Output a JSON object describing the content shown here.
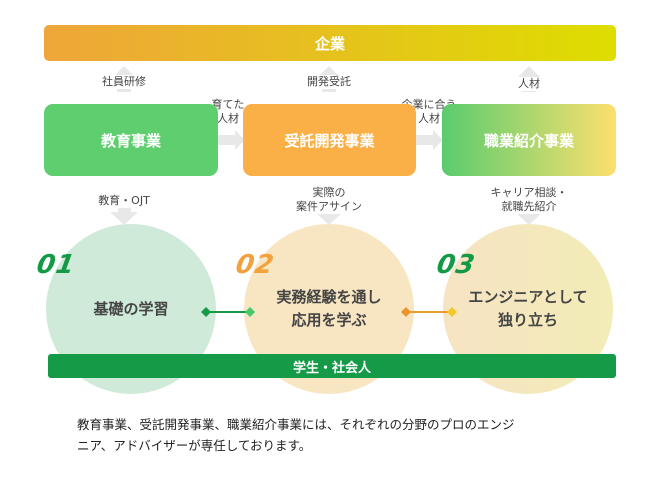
{
  "company": "企業",
  "student_bar": "学生・社会人",
  "up_labels": {
    "training": "社員研修",
    "dev": "開発受託",
    "people": "人材"
  },
  "mid_labels": {
    "raise_1": "育てた",
    "raise_2": "人材",
    "fit_1": "企業に合う",
    "fit_2": "人材"
  },
  "boxes": {
    "education": "教育事業",
    "contract_dev": "受託開発事業",
    "placement": "職業紹介事業"
  },
  "down_labels": {
    "edu": "教育・OJT",
    "actual_1": "実際の",
    "actual_2": "案件アサイン",
    "career_1": "キャリア相談・",
    "career_2": "就職先紹介"
  },
  "circles": [
    {
      "num": "01",
      "line1": "基礎の学習",
      "line2": ""
    },
    {
      "num": "02",
      "line1": "実務経験を通し",
      "line2": "応用を学ぶ"
    },
    {
      "num": "03",
      "line1": "エンジニアとして",
      "line2": "独り立ち"
    }
  ],
  "description": {
    "line1": "教育事業、受託開発事業、職業紹介事業には、それぞれの分野のプロのエンジ",
    "line2": "ニア、アドバイザーが専任しております。"
  },
  "colors": {
    "company_gradient": [
      "#eea63a",
      "#dedd00"
    ],
    "education": "#5fce6f",
    "contract_dev": "#fbb047",
    "placement_gradient": [
      "#5acc6e",
      "#fde06e"
    ],
    "student_bar": "#159a48",
    "num_colors": [
      "#149a47",
      "#f4a13d",
      "#149a47"
    ]
  }
}
